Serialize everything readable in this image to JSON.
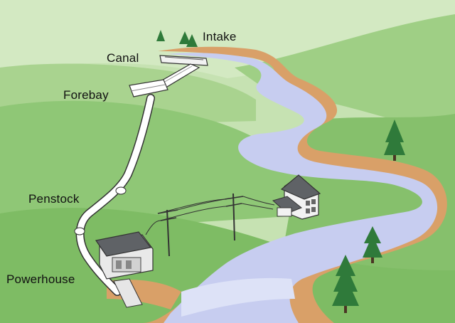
{
  "labels": {
    "intake": "Intake",
    "canal": "Canal",
    "forebay": "Forebay",
    "penstock": "Penstock",
    "powerhouse": "Powerhouse"
  },
  "colors": {
    "far_hill": "#c6e2b2",
    "mid_hill": "#a9d38f",
    "near_hill": "#8fc776",
    "foreground": "#7ebc64",
    "riverbank": "#d9a068",
    "water": "#c7cdf0",
    "water_light": "#dde2f7",
    "pipe": "#ffffff",
    "building_roof": "#5f6266",
    "building_wall": "#f2f2f2",
    "tree": "#2f7a3a",
    "ink": "#222222"
  }
}
